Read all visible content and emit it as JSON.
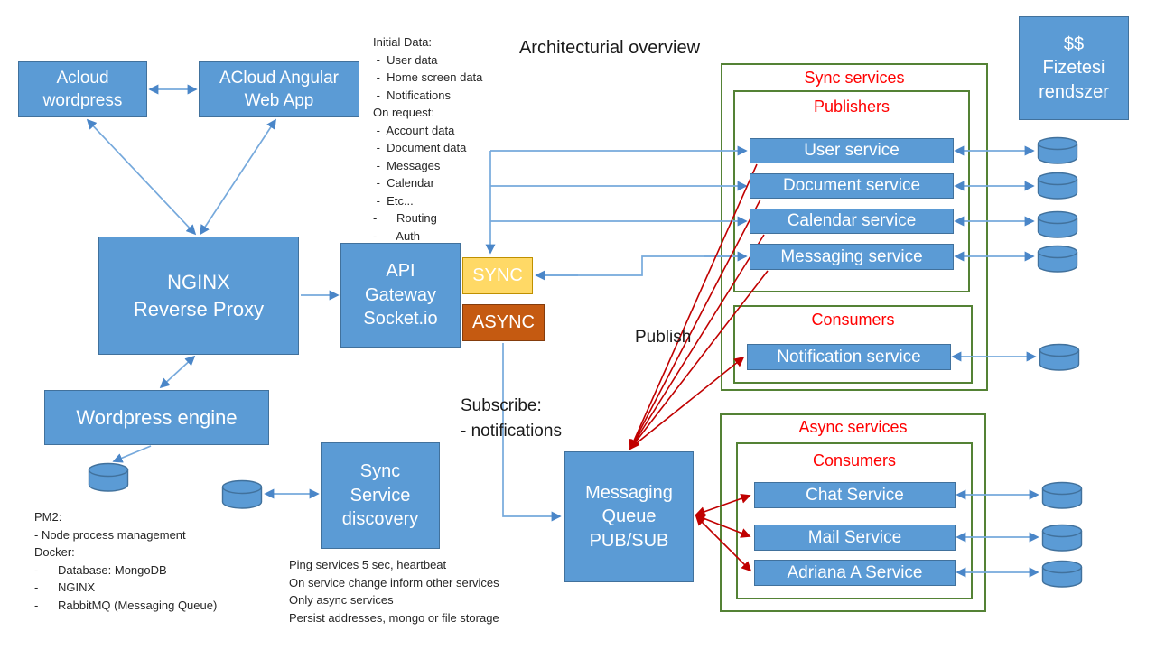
{
  "title": "Architecturial overview",
  "nodes": {
    "acloud_wordpress": "Acloud\nwordpress",
    "acloud_angular": "ACloud Angular\nWeb App",
    "nginx": "NGINX\nReverse Proxy",
    "api_gateway": "API\nGateway\nSocket.io",
    "sync": "SYNC",
    "async": "ASYNC",
    "wordpress_engine": "Wordpress engine",
    "sync_discovery": "Sync\nService\ndiscovery",
    "messaging_queue": "Messaging\nQueue\nPUB/SUB",
    "payment": "$$\nFizetesi\nrendszer"
  },
  "groups": {
    "sync_services": "Sync services",
    "publishers": "Publishers",
    "sync_consumers": "Consumers",
    "async_services": "Async services",
    "async_consumers": "Consumers"
  },
  "services": {
    "user": "User service",
    "document": "Document service",
    "calendar": "Calendar service",
    "messaging": "Messaging service",
    "notification": "Notification service",
    "chat": "Chat Service",
    "mail": "Mail Service",
    "adriana": "Adriana A Service"
  },
  "labels": {
    "publish": "Publish",
    "subscribe": "Subscribe:\n- notifications"
  },
  "annotations": {
    "initial_data": "Initial Data:\n -  User data\n -  Home screen data\n -  Notifications\nOn request:\n -  Account data\n -  Document data\n -  Messages\n -  Calendar\n -  Etc...\n-      Routing\n-      Auth",
    "pm2_docker": "PM2:\n- Node process management\nDocker:\n-      Database: MongoDB\n-      NGINX\n-      RabbitMQ (Messaging Queue)",
    "discovery_notes": "Ping services 5 sec, heartbeat\nOn service change inform other services\nOnly async services\nPersist addresses, mongo or file storage"
  },
  "colors": {
    "box_fill": "#5B9BD5",
    "box_border": "#41719C",
    "sync_fill": "#FFD966",
    "sync_border": "#BF9000",
    "async_fill": "#C55A11",
    "async_border": "#843C0C",
    "group_border": "#548235",
    "group_label": "#FF0000",
    "blue_line": "#76A9DC",
    "red_line": "#C00000"
  }
}
